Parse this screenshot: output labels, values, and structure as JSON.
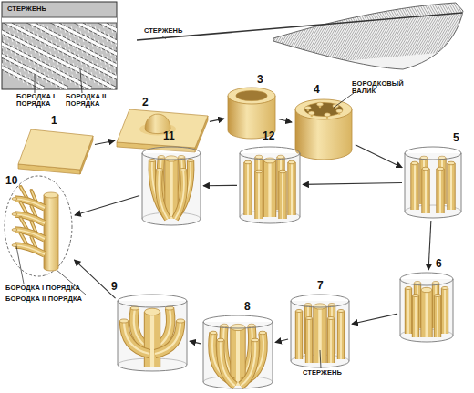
{
  "diagram": {
    "nodes": [
      {
        "text": [
          "СТЕРЖЕНЬ",
          "БОРОДКА I ПОРЯДКА",
          "БОРОДКА II ПОРЯДКА"
        ]
      },
      {
        "text": [
          "1"
        ]
      },
      {
        "text": [
          "2"
        ]
      },
      {
        "text": [
          "3"
        ]
      },
      {
        "text": [
          "4",
          "БОРОДКОВЫЙ ВАЛИК"
        ]
      },
      {
        "text": [
          "5"
        ]
      },
      {
        "text": [
          "6"
        ]
      },
      {
        "text": [
          "7",
          "СТЕРЖЕНЬ"
        ]
      },
      {
        "text": [
          "8"
        ]
      },
      {
        "text": [
          "9"
        ]
      },
      {
        "text": [
          "10",
          "БОРОДКА I ПОРЯДКА",
          "БОРОДКА II ПОРЯДКА"
        ]
      },
      {
        "text": [
          "11"
        ]
      },
      {
        "text": [
          "12"
        ]
      }
    ],
    "edges": [
      {
        "from": 1,
        "to": 2,
        "arrow": "to"
      },
      {
        "from": 2,
        "to": 3,
        "arrow": "to"
      },
      {
        "from": 3,
        "to": 4,
        "arrow": "to"
      },
      {
        "from": 4,
        "to": 5,
        "arrow": "to"
      },
      {
        "from": 5,
        "to": 6,
        "arrow": "to"
      },
      {
        "from": 6,
        "to": 7,
        "arrow": "to"
      },
      {
        "from": 7,
        "to": 8,
        "arrow": "to"
      },
      {
        "from": 8,
        "to": 9,
        "arrow": "to"
      },
      {
        "from": 9,
        "to": 10,
        "arrow": "to"
      },
      {
        "from": 5,
        "to": 12,
        "arrow": "to"
      },
      {
        "from": 12,
        "to": 11,
        "arrow": "to"
      },
      {
        "from": 11,
        "to": 10,
        "arrow": "to"
      }
    ],
    "labels": [
      "СТЕРЖЕНЬ"
    ]
  }
}
